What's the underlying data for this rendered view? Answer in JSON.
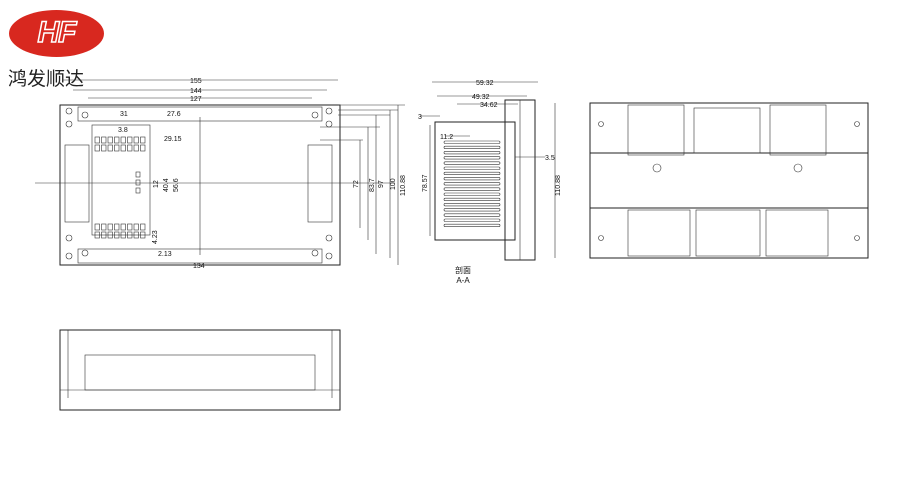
{
  "logo": {
    "text": "HF"
  },
  "brand": {
    "name": "鸿发顺达"
  },
  "front_view": {
    "dims": {
      "w155": "155",
      "w144": "144",
      "w127": "127",
      "d31": "31",
      "d27_6": "27.6",
      "d3_8": "3.8",
      "d29_15": "29.15",
      "d12": "12",
      "d40_4": "40.4",
      "d56_6": "56.6",
      "d4_23": "4.23",
      "d2_13": "2.13",
      "w134": "134",
      "h72": "72",
      "h83_7": "83.7",
      "h97": "97",
      "h100": "100",
      "h110_88": "110.88"
    }
  },
  "side_view": {
    "dims": {
      "w59_32": "59.32",
      "w49_32": "49.32",
      "w34_62": "34.62",
      "d3": "3",
      "d11_2": "11.2",
      "h78_57": "78.57",
      "d3_5": "3.5",
      "h110_88": "110.88"
    },
    "section_label": "剖面",
    "section_id": "A-A"
  }
}
